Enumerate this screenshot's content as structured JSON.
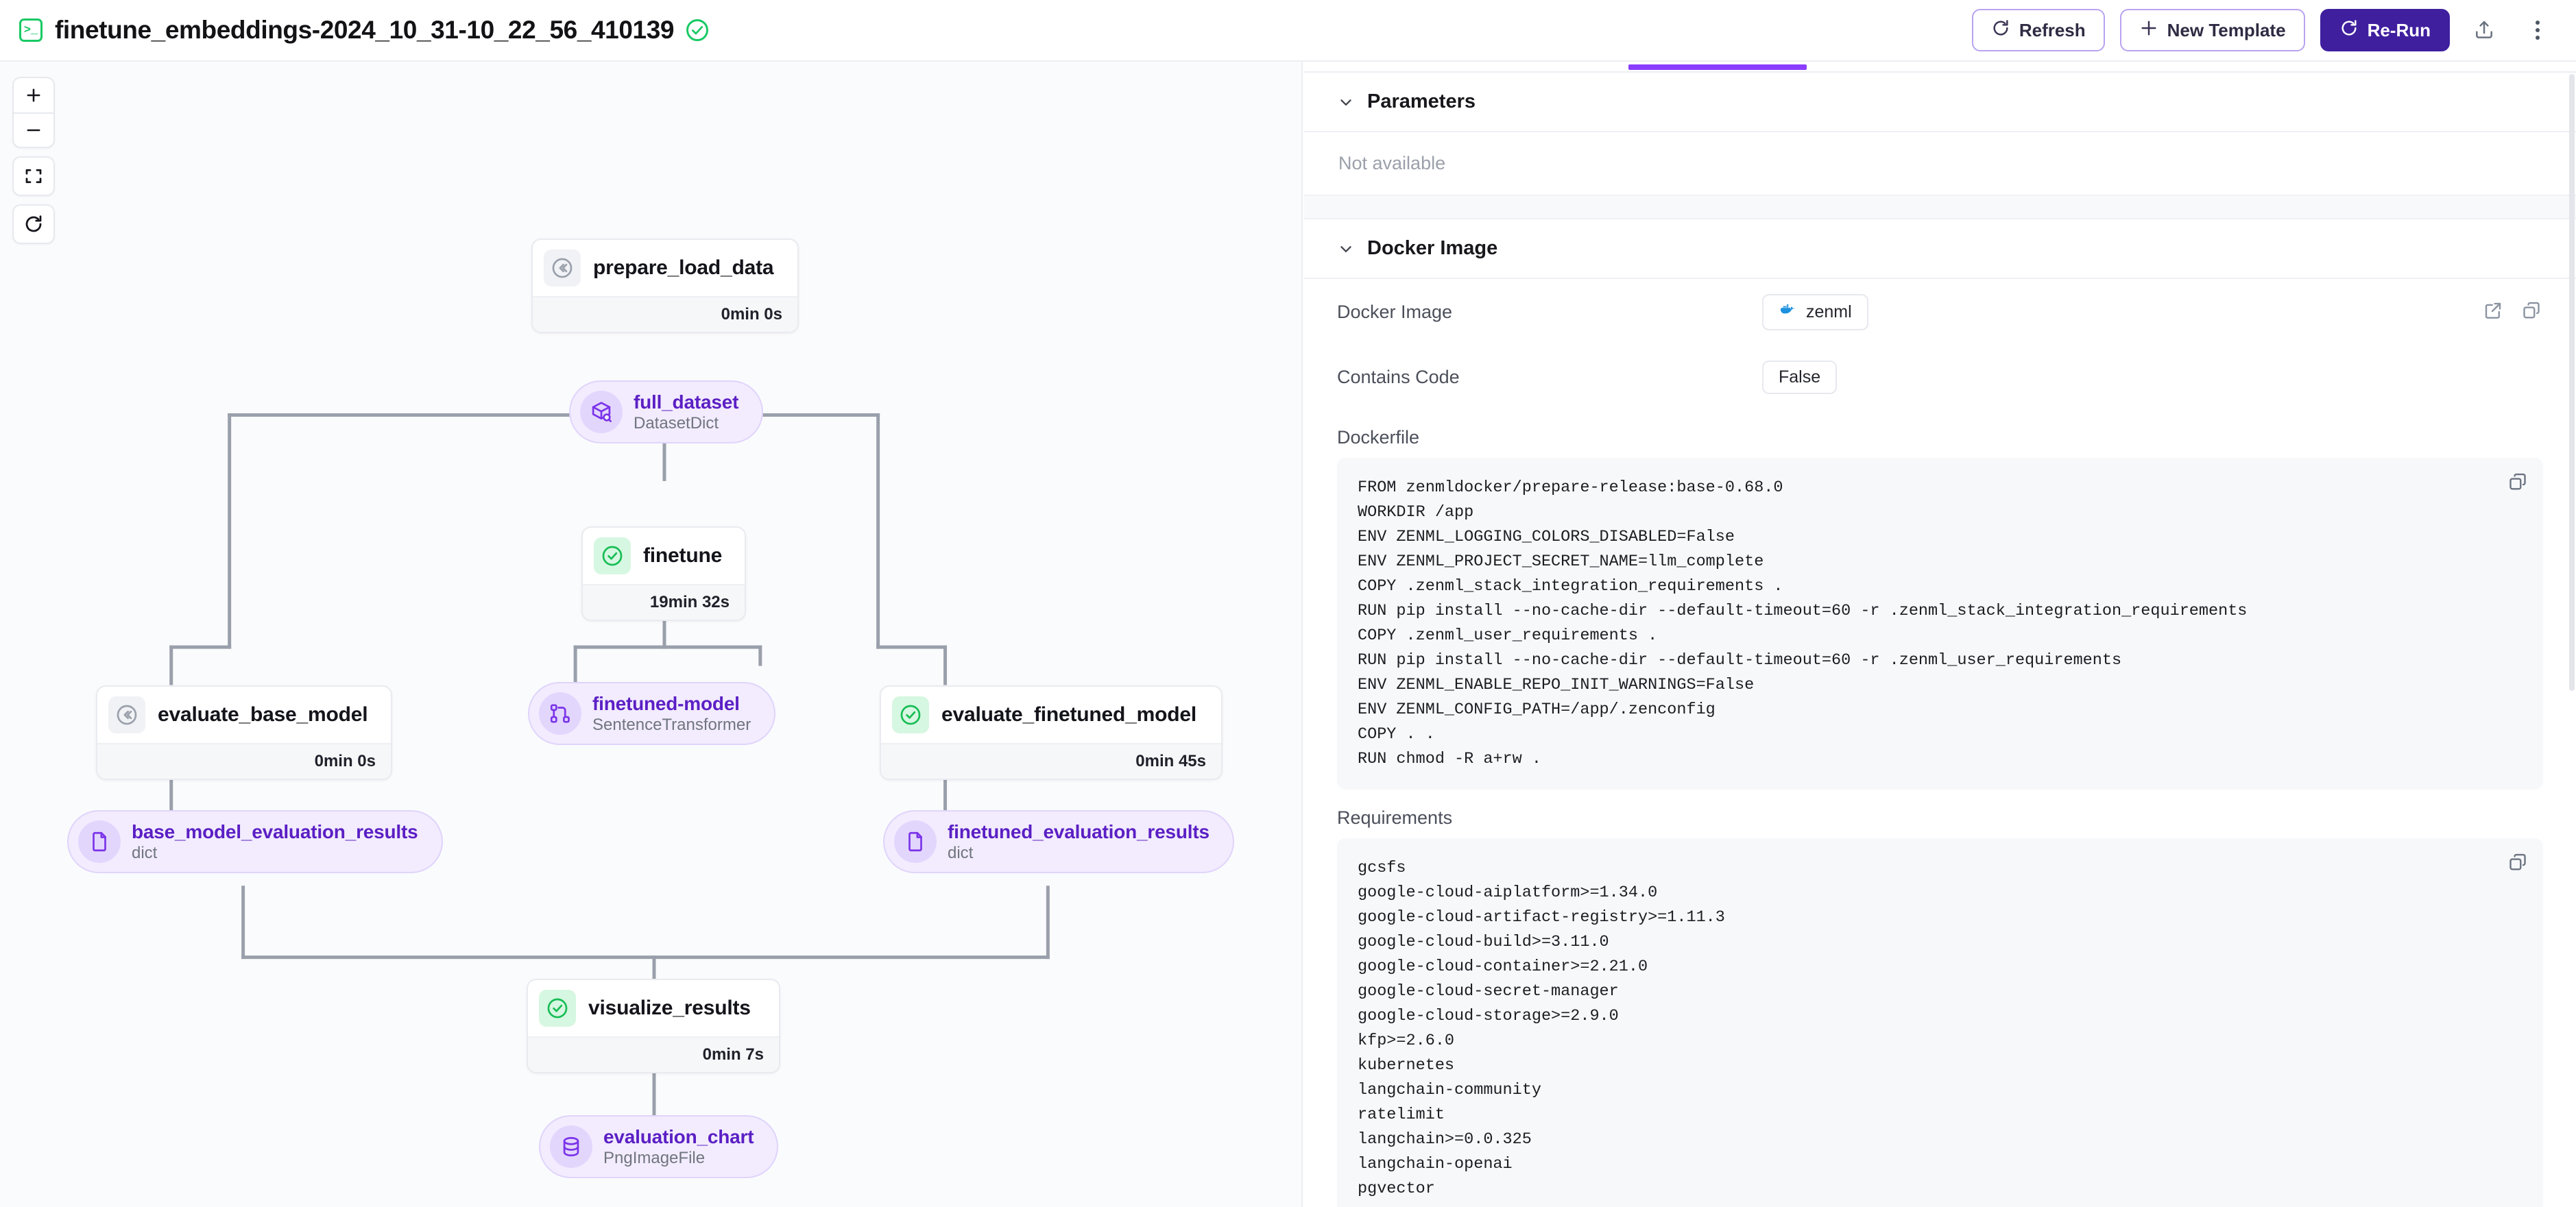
{
  "header": {
    "terminal_icon": "terminal-icon",
    "title": "finetune_embeddings-2024_10_31-10_22_56_410139",
    "status_icon": "check-circle-icon",
    "refresh_label": "Refresh",
    "new_template_label": "New Template",
    "rerun_label": "Re-Run",
    "share_icon": "share-icon",
    "more_icon": "more-vertical-icon",
    "accent_purple": "#3f1f9e",
    "accent_outline": "#b9a3f0",
    "success_green": "#18c964"
  },
  "canvas": {
    "zoom_in_icon": "plus-icon",
    "zoom_out_icon": "minus-icon",
    "fit_view_icon": "fit-screen-icon",
    "reset_icon": "refresh-cw-icon",
    "background": "#fafbfd",
    "edge_color": "#9aa0ab"
  },
  "dag": {
    "steps": [
      {
        "name": "prepare_load_data",
        "duration": "0min 0s",
        "status": "cached",
        "status_icon": "chevrons-left-icon"
      },
      {
        "name": "finetune",
        "duration": "19min 32s",
        "status": "success",
        "status_icon": "check-circle-icon"
      },
      {
        "name": "evaluate_base_model",
        "duration": "0min 0s",
        "status": "cached",
        "status_icon": "chevrons-left-icon"
      },
      {
        "name": "evaluate_finetuned_model",
        "duration": "0min 45s",
        "status": "success",
        "status_icon": "check-circle-icon"
      },
      {
        "name": "visualize_results",
        "duration": "0min 7s",
        "status": "success",
        "status_icon": "check-circle-icon"
      }
    ],
    "artifacts": [
      {
        "name": "full_dataset",
        "type": "DatasetDict",
        "icon": "package-search-icon"
      },
      {
        "name": "finetuned-model",
        "type": "SentenceTransformer",
        "icon": "model-nodes-icon"
      },
      {
        "name": "base_model_evaluation_results",
        "type": "dict",
        "icon": "file-icon"
      },
      {
        "name": "finetuned_evaluation_results",
        "type": "dict",
        "icon": "file-icon"
      },
      {
        "name": "evaluation_chart",
        "type": "PngImageFile",
        "icon": "database-icon"
      }
    ]
  },
  "panel": {
    "active_tab_color": "#8b3dff",
    "parameters": {
      "title": "Parameters",
      "chevron_icon": "chevron-down-icon",
      "empty_text": "Not available"
    },
    "docker": {
      "title": "Docker Image",
      "chevron_icon": "chevron-down-icon",
      "image_key": "Docker Image",
      "image_value": "zenml",
      "image_icon": "docker-whale-icon",
      "open_icon": "external-link-icon",
      "copy_icon": "copy-icon",
      "contains_code_key": "Contains Code",
      "contains_code_value": "False"
    },
    "dockerfile": {
      "label": "Dockerfile",
      "copy_icon": "copy-icon",
      "content": "FROM zenmldocker/prepare-release:base-0.68.0\nWORKDIR /app\nENV ZENML_LOGGING_COLORS_DISABLED=False\nENV ZENML_PROJECT_SECRET_NAME=llm_complete\nCOPY .zenml_stack_integration_requirements .\nRUN pip install --no-cache-dir --default-timeout=60 -r .zenml_stack_integration_requirements\nCOPY .zenml_user_requirements .\nRUN pip install --no-cache-dir --default-timeout=60 -r .zenml_user_requirements\nENV ZENML_ENABLE_REPO_INIT_WARNINGS=False\nENV ZENML_CONFIG_PATH=/app/.zenconfig\nCOPY . .\nRUN chmod -R a+rw ."
    },
    "requirements": {
      "label": "Requirements",
      "copy_icon": "copy-icon",
      "content": "gcsfs\ngoogle-cloud-aiplatform>=1.34.0\ngoogle-cloud-artifact-registry>=1.11.3\ngoogle-cloud-build>=3.11.0\ngoogle-cloud-container>=2.21.0\ngoogle-cloud-secret-manager\ngoogle-cloud-storage>=2.9.0\nkfp>=2.6.0\nkubernetes\nlangchain-community\nratelimit\nlangchain>=0.0.325\nlangchain-openai\npgvector"
    }
  }
}
